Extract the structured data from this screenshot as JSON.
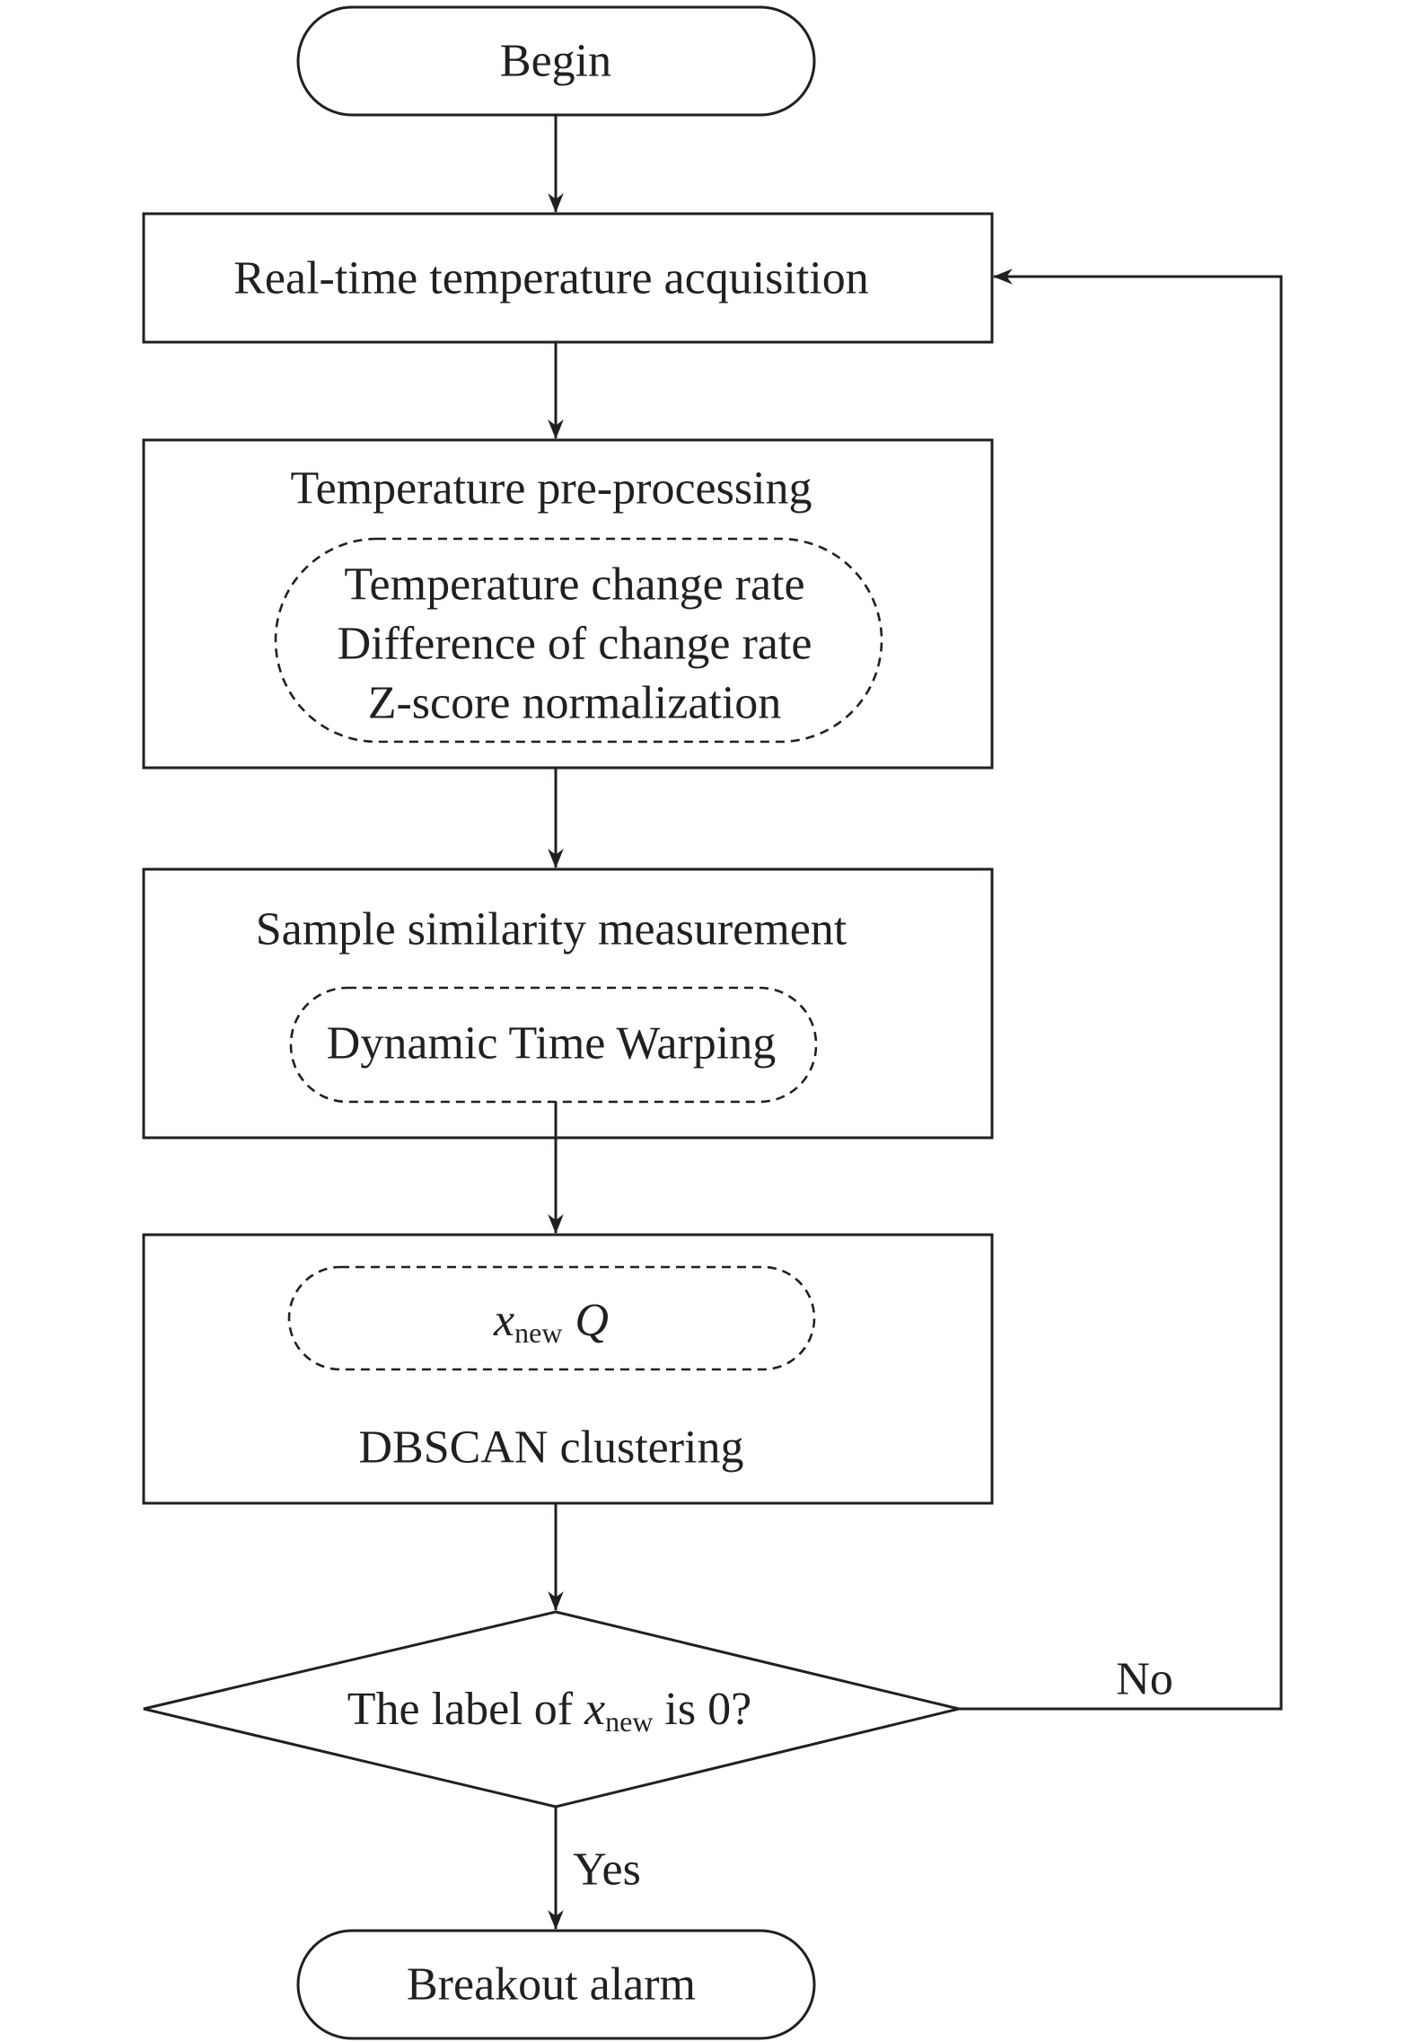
{
  "diagram": {
    "nodes": {
      "begin": {
        "label": "Begin"
      },
      "acquisition": {
        "label": "Real-time temperature acquisition"
      },
      "preprocessing": {
        "label": "Temperature pre-processing",
        "steps": [
          "Temperature change rate",
          "Difference of change rate",
          "Z-score normalization"
        ]
      },
      "similarity": {
        "label": "Sample similarity measurement",
        "method": "Dynamic Time Warping"
      },
      "clustering": {
        "label": "DBSCAN clustering",
        "inputs": {
          "var": "x",
          "subscript": "new",
          "set": "Q"
        }
      },
      "decision": {
        "prefix": "The label of ",
        "var": "x",
        "subscript": "new",
        "suffix": " is 0?"
      },
      "alarm": {
        "label": "Breakout alarm"
      }
    },
    "edges": {
      "no_label": "No",
      "yes_label": "Yes"
    }
  }
}
